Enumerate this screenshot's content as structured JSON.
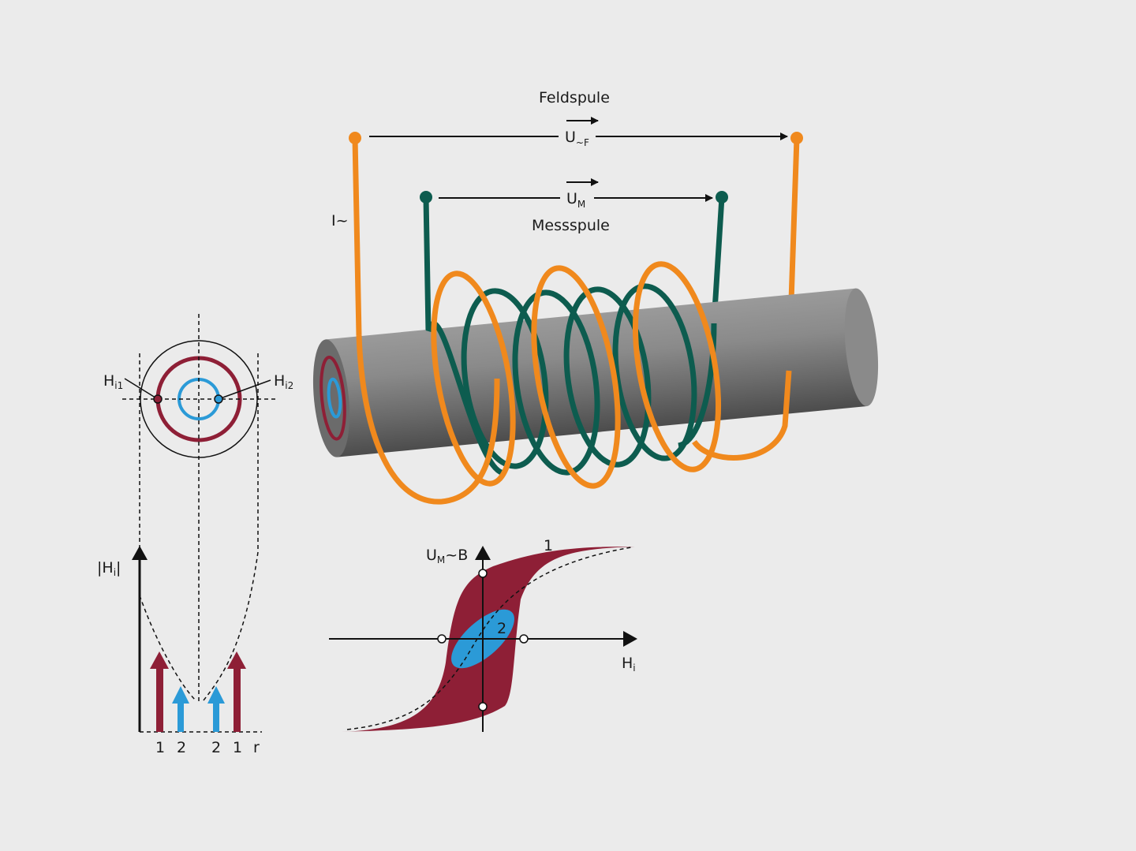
{
  "colors": {
    "background": "#ebebeb",
    "field_coil": "#f0891d",
    "measuring_coil": "#0d5c4f",
    "outer_zone": "#8e1f36",
    "inner_zone": "#2b9ad7",
    "rod": "#7f7f7f"
  },
  "coil_setup": {
    "field_coil_label": "Feldspule",
    "field_voltage": {
      "main": "U",
      "sub": "~F"
    },
    "measuring_voltage": {
      "main": "U",
      "sub": "M"
    },
    "measuring_coil_label": "Messspule",
    "current_label": "I~"
  },
  "cross_section": {
    "h1_label": {
      "main": "H",
      "sub": "i1"
    },
    "h2_label": {
      "main": "H",
      "sub": "i2"
    }
  },
  "field_profile": {
    "y_label": {
      "pre": "|H",
      "sub": "i",
      "post": "|"
    },
    "x_ticks": [
      "1",
      "2",
      "2",
      "1"
    ],
    "x_label": "r"
  },
  "hysteresis": {
    "y_label": {
      "main": "U",
      "sub": "M",
      "post": "~B"
    },
    "x_label": {
      "main": "H",
      "sub": "i"
    },
    "loop_1_label": "1",
    "loop_2_label": "2"
  }
}
